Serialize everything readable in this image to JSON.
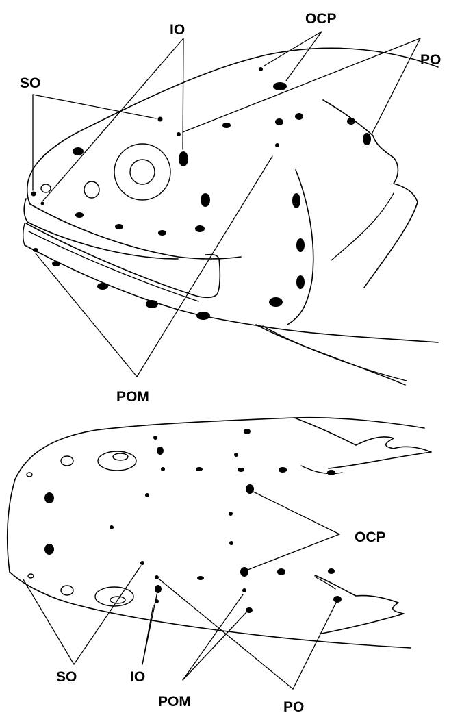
{
  "figure": {
    "lateral_view": {
      "labels": {
        "so": "SO",
        "io": "IO",
        "ocp": "OCP",
        "po": "PO",
        "pom": "POM"
      }
    },
    "dorsal_view": {
      "labels": {
        "ocp": "OCP",
        "so": "SO",
        "io": "IO",
        "pom": "POM",
        "po": "PO"
      }
    },
    "colors": {
      "ink": "#000000",
      "paper": "#ffffff"
    }
  }
}
